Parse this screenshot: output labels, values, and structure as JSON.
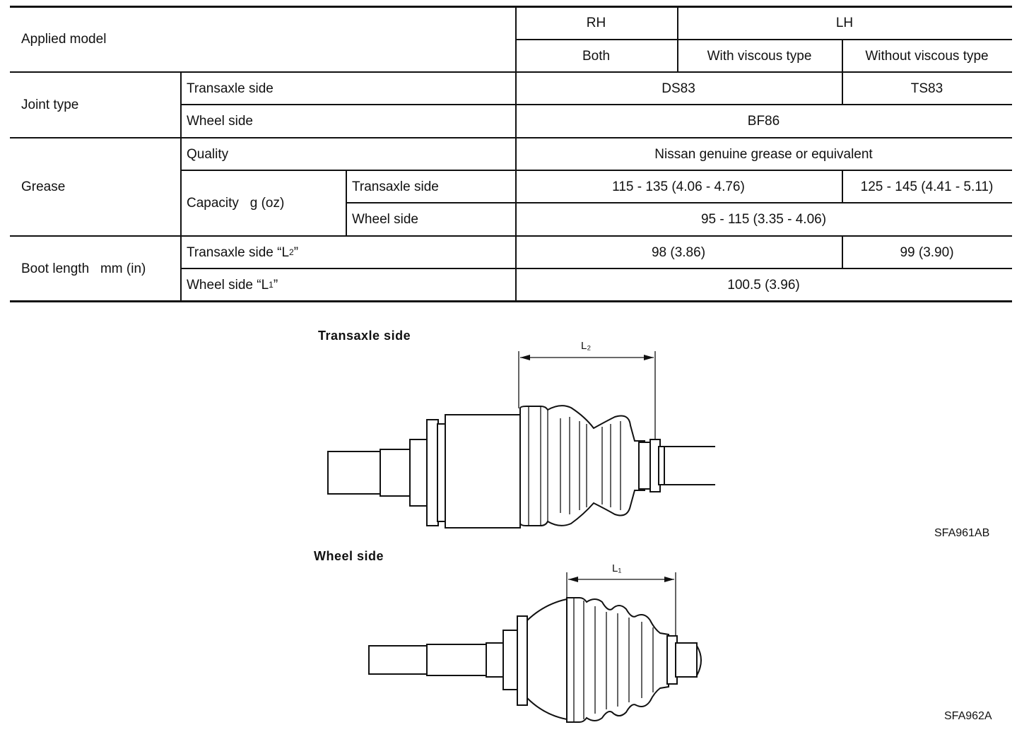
{
  "table": {
    "applied_model_label": "Applied model",
    "header": {
      "rh": "RH",
      "lh": "LH",
      "both": "Both",
      "with_viscous": "With viscous type",
      "without_viscous": "Without viscous type"
    },
    "joint_type": {
      "label": "Joint type",
      "transaxle_side": {
        "label": "Transaxle side",
        "rh_with_viscous": "DS83",
        "without_viscous": "TS83"
      },
      "wheel_side": {
        "label": "Wheel side",
        "all": "BF86"
      }
    },
    "grease": {
      "label": "Grease",
      "quality": {
        "label": "Quality",
        "all": "Nissan genuine grease or equivalent"
      },
      "capacity": {
        "label": "Capacity   g (oz)",
        "transaxle_side": {
          "label": "Transaxle side",
          "rh_with_viscous": "115 - 135 (4.06 - 4.76)",
          "without_viscous": "125 - 145 (4.41 - 5.11)"
        },
        "wheel_side": {
          "label": "Wheel side",
          "all": "95 - 115 (3.35 - 4.06)"
        }
      }
    },
    "boot_length": {
      "label": "Boot length   mm (in)",
      "transaxle_side": {
        "label": "Transaxle side “L",
        "sub": "2",
        "close": "”",
        "rh_with_viscous": "98 (3.86)",
        "without_viscous": "99 (3.90)"
      },
      "wheel_side": {
        "label": "Wheel side “L",
        "sub": "1",
        "close": "”",
        "all": "100.5 (3.96)"
      }
    }
  },
  "figures": {
    "transaxle": {
      "caption": "Transaxle side",
      "dimension_label": "L₂",
      "code": "SFA961AB"
    },
    "wheel": {
      "caption": "Wheel side",
      "dimension_label": "L₁",
      "code": "SFA962A"
    }
  }
}
